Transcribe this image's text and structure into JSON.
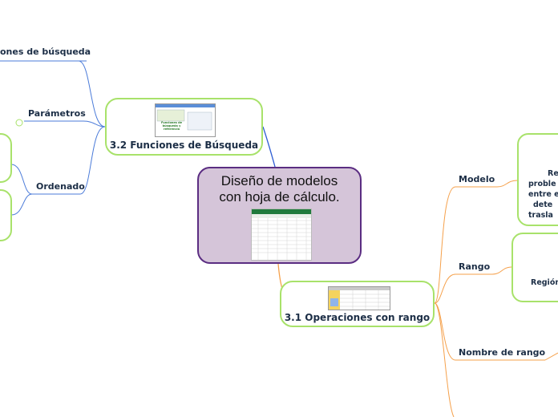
{
  "central": {
    "title_line1": "Diseño de modelos",
    "title_line2": "con hoja de cálculo."
  },
  "topics": {
    "busqueda": "3.2 Funciones de Búsqueda",
    "rango": "3.1 Operaciones con rango"
  },
  "subtopics": {
    "funciones": "ones de búsqueda",
    "parametros": "Parámetros",
    "ordenado": "Ordenado",
    "modelo": "Modelo",
    "rango": "Rango",
    "nombre_rango": "Nombre de rango"
  },
  "partial_texts": {
    "modelo_lines": [
      "Rec",
      "proble",
      "entre e",
      "dete",
      "trasla"
    ],
    "rango_line": "Región"
  },
  "thumbnail_caption": [
    "Funciones de",
    "búsqueda y",
    "referencia"
  ],
  "colors": {
    "central_fill": "#d5c5d9",
    "central_border": "#5b2d82",
    "topic_border": "#a8e26a",
    "connector_blue": "#4b7bd9",
    "connector_orange": "#f5a04a",
    "text_dark": "#1c2e46"
  }
}
